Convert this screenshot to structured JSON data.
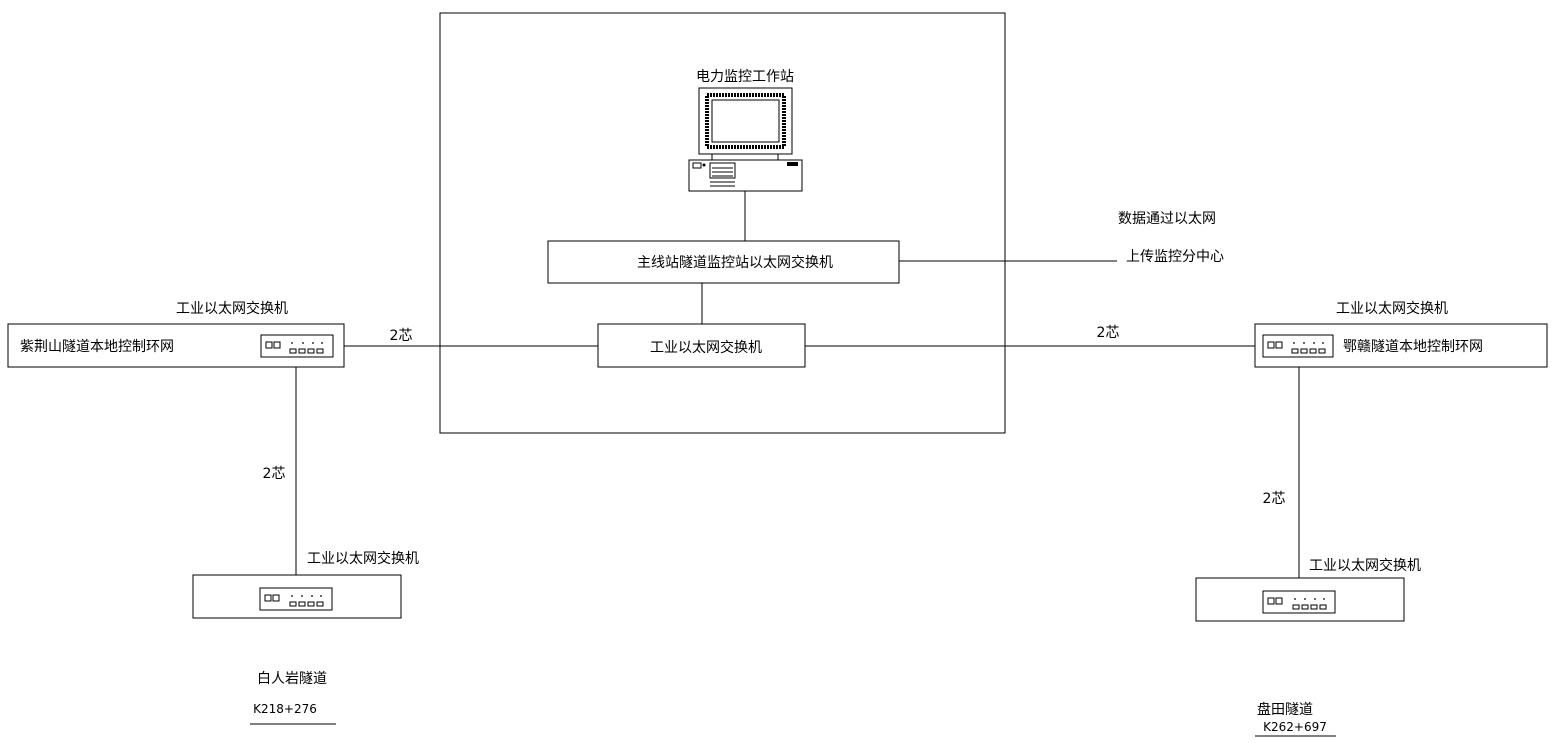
{
  "workstation": {
    "label": "电力监控工作站"
  },
  "main_switch": {
    "label": "主线站隧道监控站以太网交换机"
  },
  "center_switch": {
    "label": "工业以太网交换机"
  },
  "upload_note": {
    "line1": "数据通过以太网",
    "line2": "上传监控分中心"
  },
  "left_ring": {
    "switch_label": "工业以太网交换机",
    "name": "紫荆山隧道本地控制环网"
  },
  "right_ring": {
    "switch_label": "工业以太网交换机",
    "name": "鄂赣隧道本地控制环网"
  },
  "bottom_left": {
    "switch_label": "工业以太网交换机",
    "tunnel_name": "白人岩隧道",
    "stake": "K218+276"
  },
  "bottom_right": {
    "switch_label": "工业以太网交换机",
    "tunnel_name": "盘田隧道",
    "stake": "K262+697"
  },
  "links": {
    "left_to_center": "2芯",
    "center_to_right": "2芯",
    "left_vertical": "2芯",
    "right_vertical": "2芯"
  }
}
